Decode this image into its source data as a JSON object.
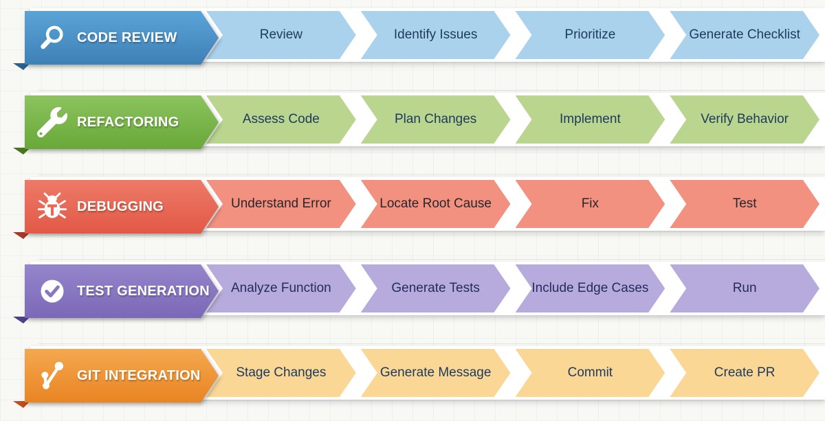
{
  "rows": [
    {
      "id": "code-review",
      "title": "CODE REVIEW",
      "icon": "magnifier-icon",
      "steps": [
        "Review",
        "Identify Issues",
        "Prioritize",
        "Generate Checklist"
      ],
      "colors": {
        "header_top": "#5ba4d8",
        "header_bottom": "#3d80b6",
        "header_mid": "#4a92c7",
        "fold": "#2c6090",
        "step_bg": "#aad2ec",
        "step_text": "#1c3a5e"
      }
    },
    {
      "id": "refactoring",
      "title": "REFACTORING",
      "icon": "wrench-icon",
      "steps": [
        "Assess Code",
        "Plan Changes",
        "Implement",
        "Verify Behavior"
      ],
      "colors": {
        "header_top": "#8cc35e",
        "header_bottom": "#68a838",
        "header_mid": "#7ab74b",
        "fold": "#47761f",
        "step_bg": "#b9d58e",
        "step_text": "#1c3a5e"
      }
    },
    {
      "id": "debugging",
      "title": "DEBUGGING",
      "icon": "bug-icon",
      "steps": [
        "Understand Error",
        "Locate Root Cause",
        "Fix",
        "Test"
      ],
      "colors": {
        "header_top": "#ed7a67",
        "header_bottom": "#e25846",
        "header_mid": "#e86855",
        "fold": "#a23a26",
        "step_bg": "#f29180",
        "step_text": "#2b2429"
      }
    },
    {
      "id": "test-generation",
      "title": "TEST GENERATION",
      "icon": "check-circle-icon",
      "steps": [
        "Analyze Function",
        "Generate Tests",
        "Include Edge Cases",
        "Run"
      ],
      "colors": {
        "header_top": "#9585cb",
        "header_bottom": "#7b68b7",
        "header_mid": "#8877c1",
        "fold": "#4e4187",
        "step_bg": "#b7abdd",
        "step_text": "#232c5c"
      }
    },
    {
      "id": "git-integration",
      "title": "GIT INTEGRATION",
      "icon": "git-branch-icon",
      "steps": [
        "Stage Changes",
        "Generate Message",
        "Commit",
        "Create PR"
      ],
      "colors": {
        "header_top": "#f4a84f",
        "header_bottom": "#e98422",
        "header_mid": "#ef9638",
        "fold": "#c04d1d",
        "step_bg": "#fad795",
        "step_text": "#1c3a5e"
      }
    }
  ]
}
